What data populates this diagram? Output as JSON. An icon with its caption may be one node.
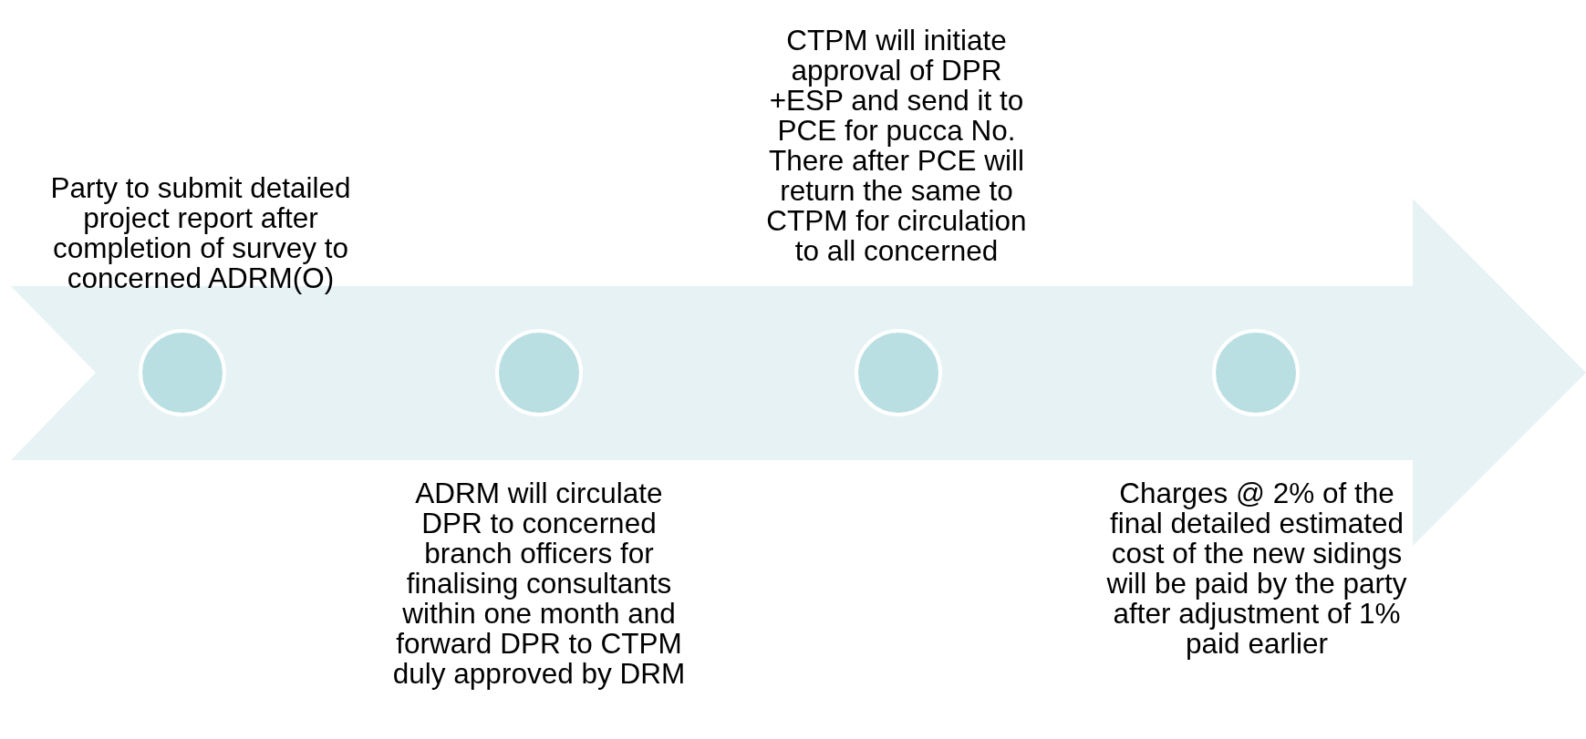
{
  "diagram": {
    "nodes": [
      {
        "text": [],
        "shape": "arrow"
      },
      {
        "text": [],
        "shape": "circle",
        "in": 0,
        "beside": [
          "Party to submit detailed project report after completion of survey to concerned ADRM(O)"
        ]
      },
      {
        "text": [],
        "shape": "circle",
        "in": 0,
        "beside": [
          "ADRM will circulate DPR to concerned branch officers for finalising consultants within one month and forward DPR to CTPM duly approved by DRM"
        ]
      },
      {
        "text": [],
        "shape": "circle",
        "in": 0,
        "beside": [
          "CTPM will initiate approval of DPR +ESP and send it to PCE for pucca No. There after PCE will return the same to CTPM for circulation to all concerned"
        ]
      },
      {
        "text": [],
        "shape": "circle",
        "in": 0,
        "beside": [
          "Charges @ 2% of the final detailed estimated cost of the new sidings will be paid by the party after adjustment of 1% paid earlier"
        ]
      }
    ]
  }
}
